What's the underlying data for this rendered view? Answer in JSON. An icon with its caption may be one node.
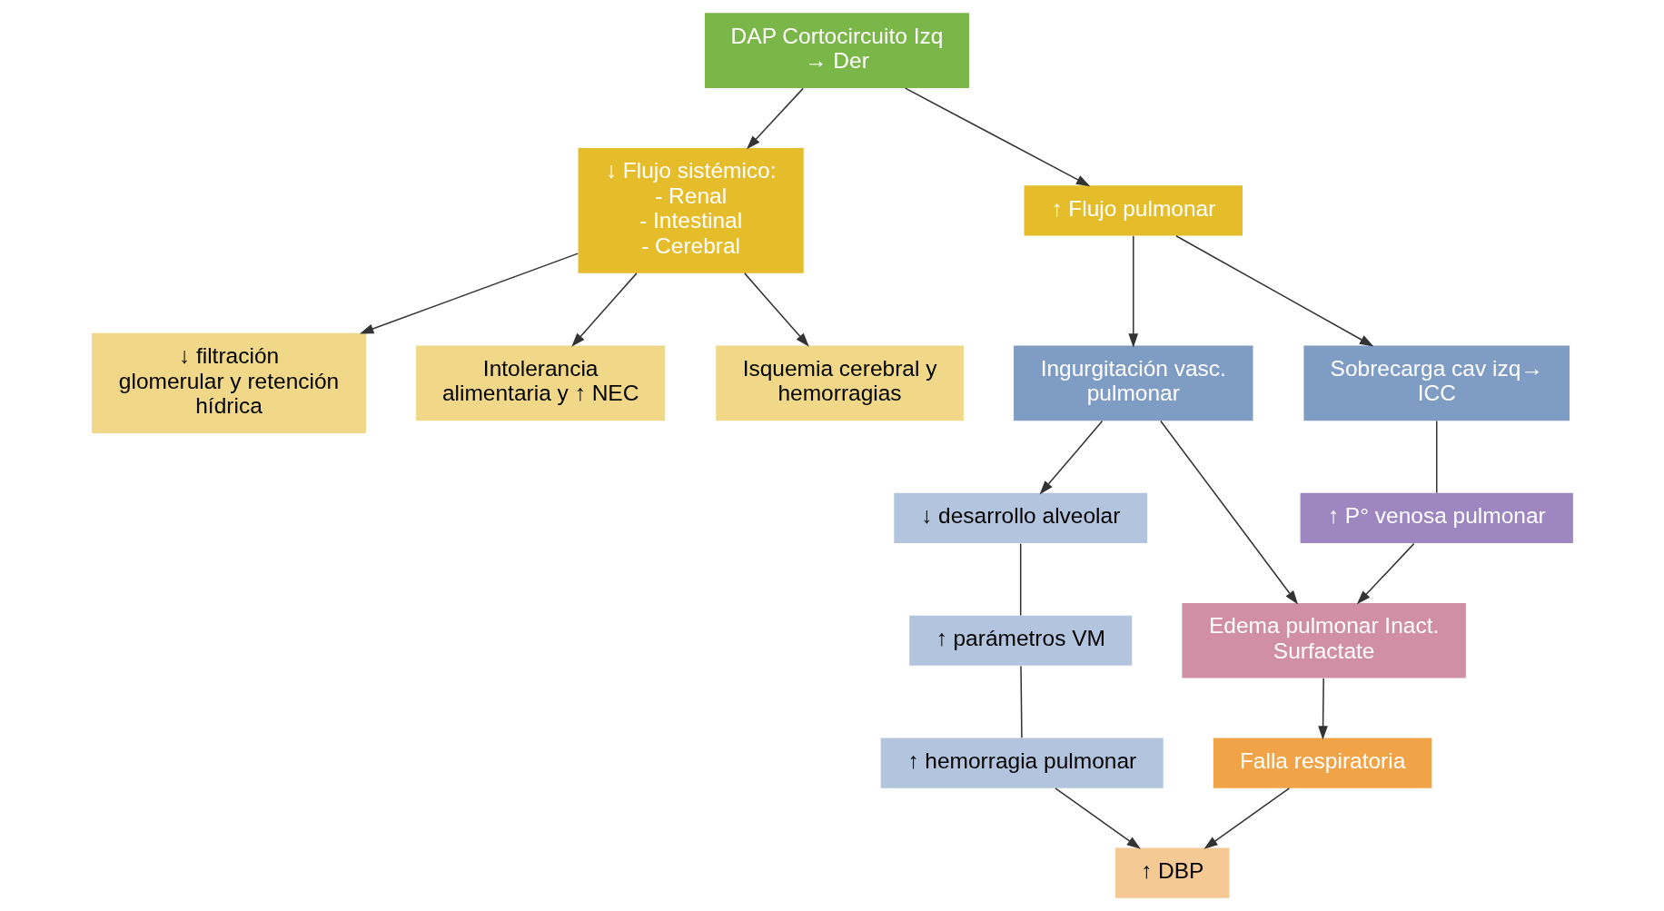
{
  "diagram": {
    "nodes": [
      {
        "text": [
          "DAP Cortocircuito Izq → Der"
        ]
      },
      {
        "text": [
          "↓ Flujo sistémico:",
          "- Renal",
          "- Intestinal",
          "- Cerebral"
        ]
      },
      {
        "text": [
          "↓ filtración glomerular y retención hídrica"
        ]
      },
      {
        "text": [
          "Intolerancia alimentaria y ↑ NEC"
        ]
      },
      {
        "text": [
          "Isquemia cerebral y hemorragias"
        ]
      },
      {
        "text": [
          "↑ Flujo pulmonar"
        ]
      },
      {
        "text": [
          "Ingurgitación vasc. pulmonar"
        ]
      },
      {
        "text": [
          "Sobrecarga cav izq→ ICC"
        ]
      },
      {
        "text": [
          "↓ desarrollo alveolar"
        ]
      },
      {
        "text": [
          "↑ P° venosa pulmonar"
        ]
      },
      {
        "text": [
          "↑ parámetros VM"
        ]
      },
      {
        "text": [
          "↑ hemorragia pulmonar"
        ]
      },
      {
        "text": [
          "Edema pulmonar Inact. Surfactate"
        ]
      },
      {
        "text": [
          "Falla respiratoria"
        ]
      },
      {
        "text": [
          "↑ DBP"
        ]
      }
    ],
    "edges": [
      {
        "from": 0,
        "to": 1,
        "arrow": "to"
      },
      {
        "from": 0,
        "to": 5,
        "arrow": "to"
      },
      {
        "from": 1,
        "to": 2,
        "arrow": "to"
      },
      {
        "from": 1,
        "to": 3,
        "arrow": "to"
      },
      {
        "from": 1,
        "to": 4,
        "arrow": "to"
      },
      {
        "from": 5,
        "to": 6,
        "arrow": "to"
      },
      {
        "from": 5,
        "to": 7,
        "arrow": "to"
      },
      {
        "from": 6,
        "to": 8,
        "arrow": "to"
      },
      {
        "from": 6,
        "to": 12,
        "arrow": "to"
      },
      {
        "from": 7,
        "to": 9,
        "arrow": "none"
      },
      {
        "from": 9,
        "to": 12,
        "arrow": "to"
      },
      {
        "from": 8,
        "to": 10,
        "arrow": "none"
      },
      {
        "from": 10,
        "to": 11,
        "arrow": "none"
      },
      {
        "from": 11,
        "to": 14,
        "arrow": "to"
      },
      {
        "from": 12,
        "to": 13,
        "arrow": "to"
      },
      {
        "from": 13,
        "to": 14,
        "arrow": "to"
      }
    ]
  }
}
